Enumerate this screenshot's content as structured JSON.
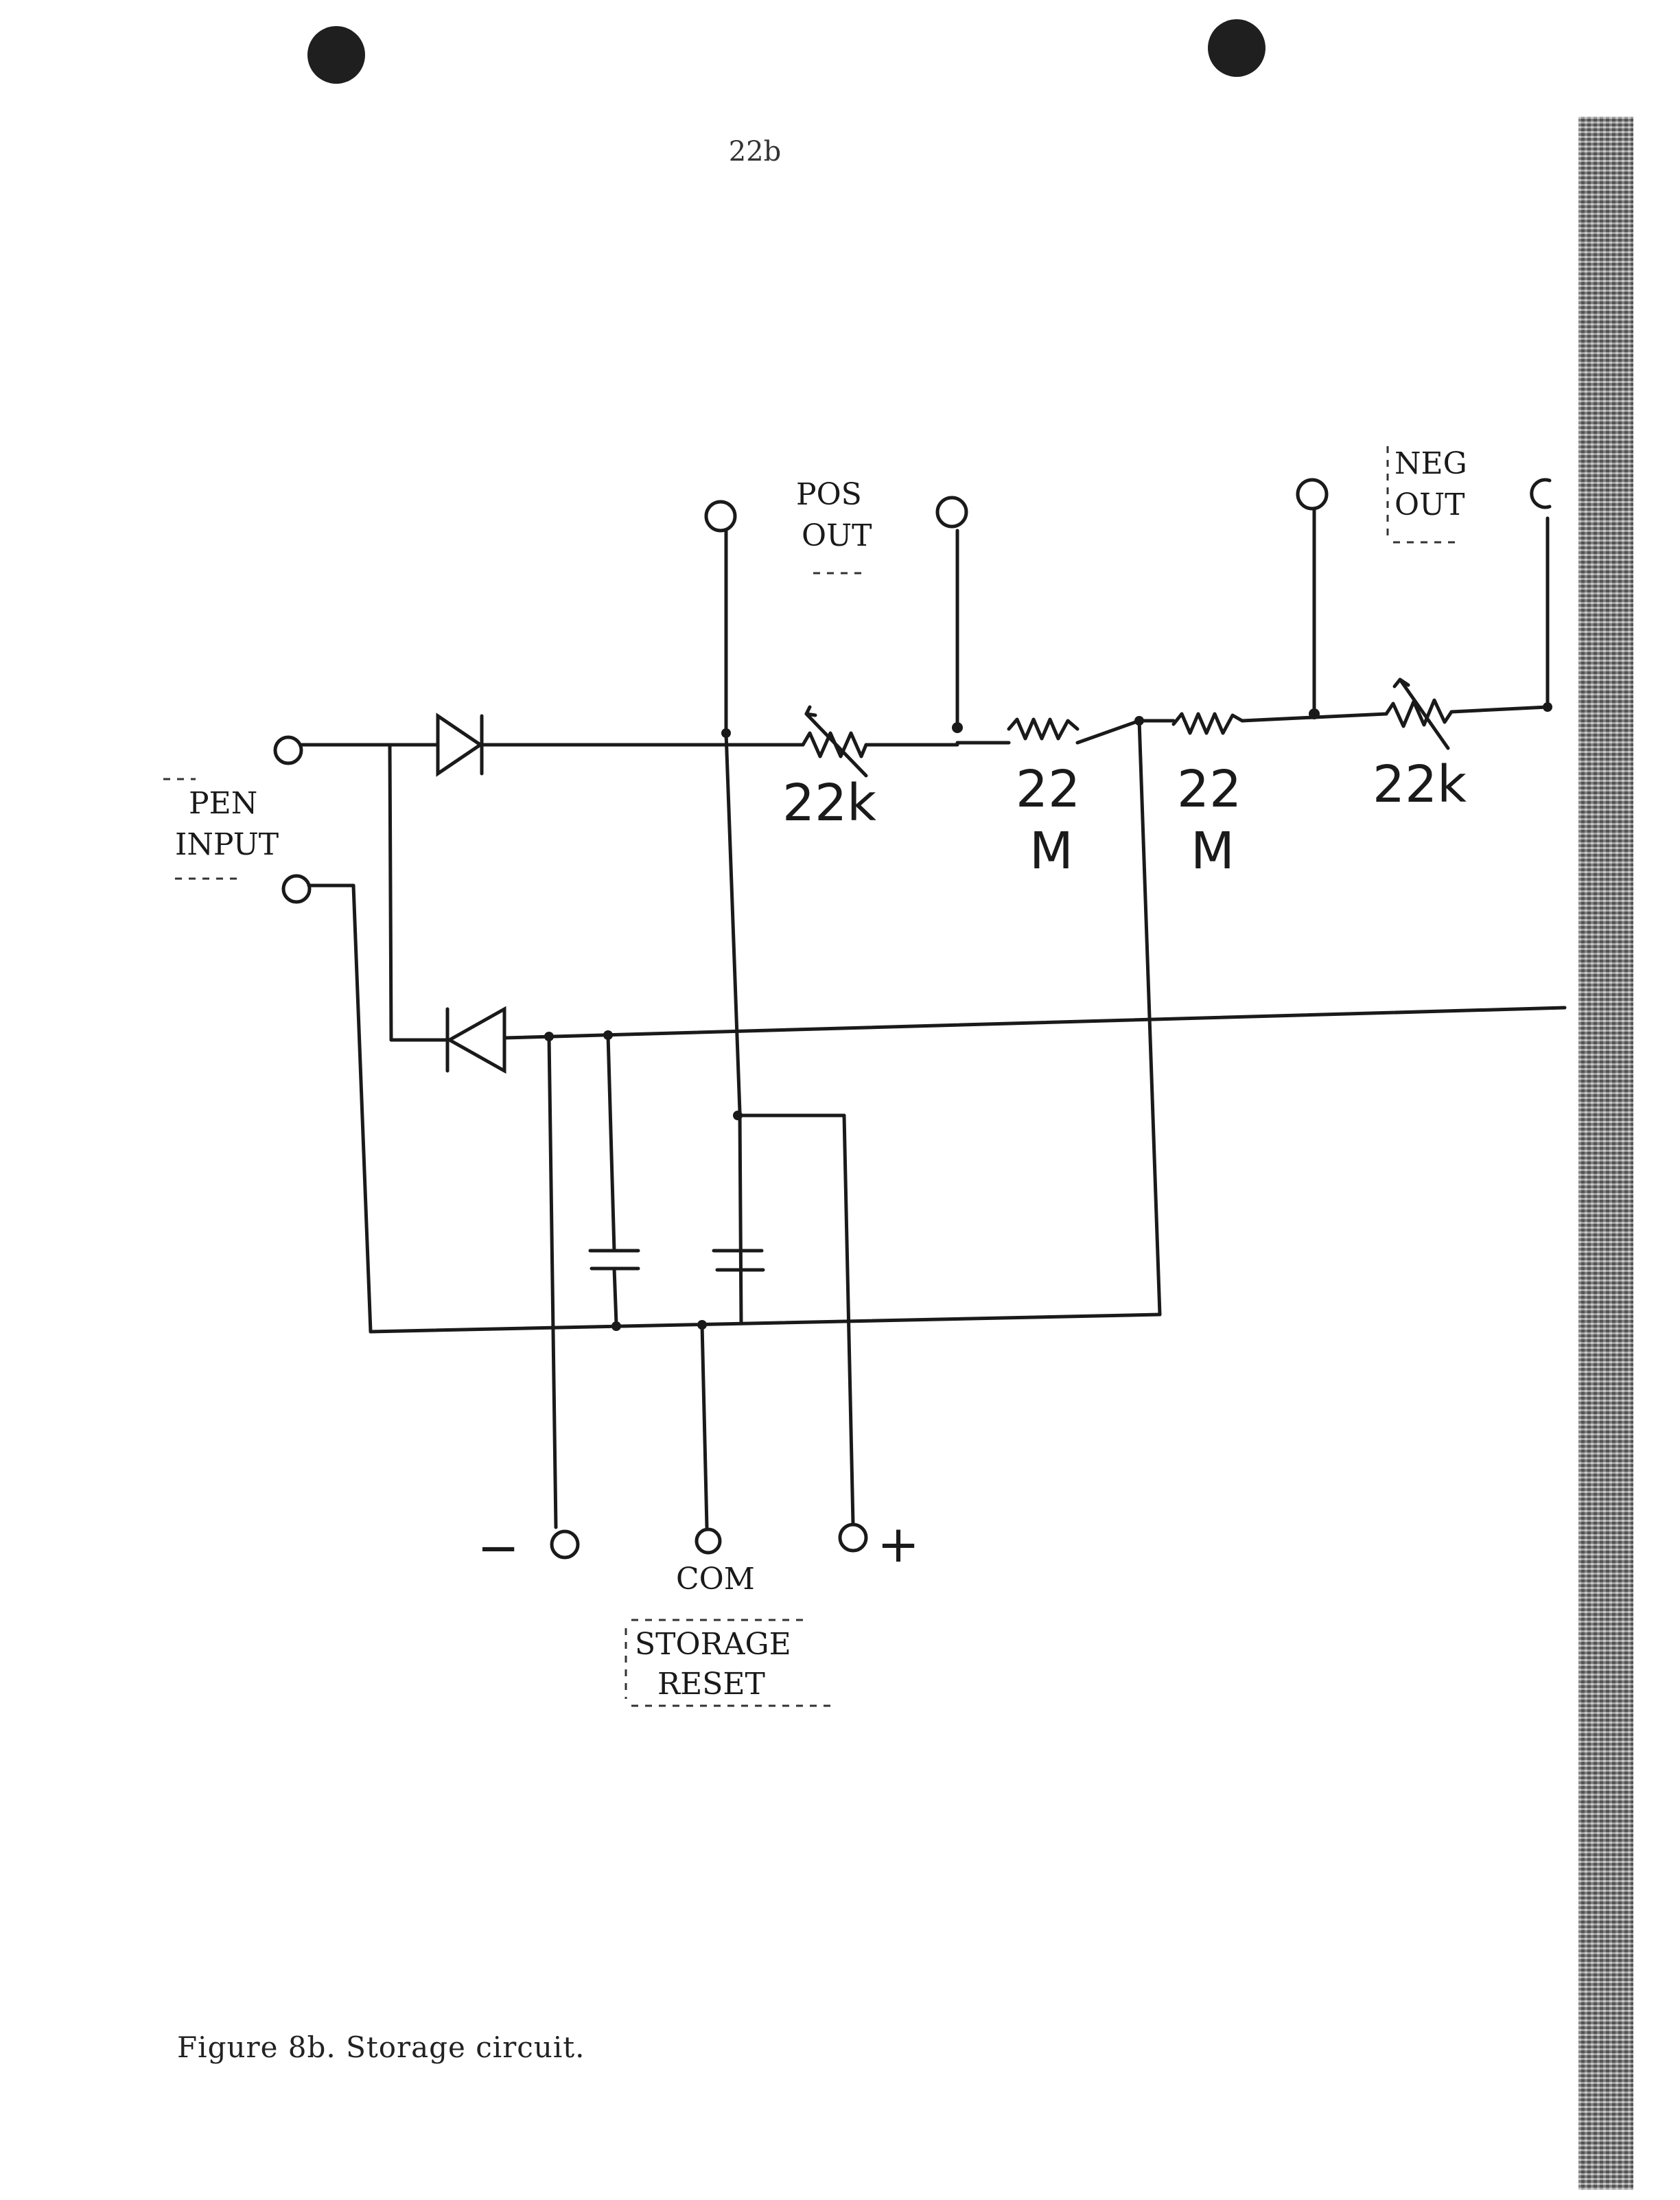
{
  "page_number": "22b",
  "caption": "Figure 8b.  Storage circuit.",
  "labels": {
    "pos_out_line1": "POS",
    "pos_out_line2": "OUT",
    "neg_out_line1": "NEG",
    "neg_out_line2": "OUT",
    "pen_input_line1": "PEN",
    "pen_input_line2": "INPUT",
    "com": "COM",
    "storage_reset_line1": "STORAGE",
    "storage_reset_line2": "RESET",
    "minus": "−",
    "plus": "+"
  },
  "components": {
    "pot_pos": "22k",
    "resistor_1_line1": "22",
    "resistor_1_line2": "M",
    "resistor_2_line1": "22",
    "resistor_2_line2": "M",
    "pot_neg": "22k"
  }
}
